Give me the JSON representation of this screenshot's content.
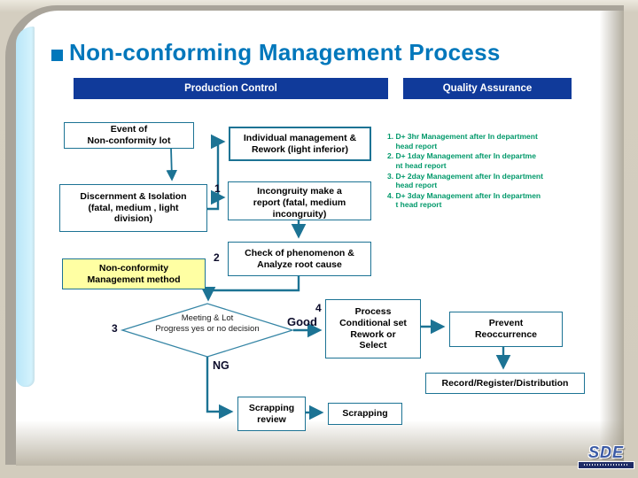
{
  "title": "Non-conforming Management Process",
  "headers": {
    "production_control": "Production Control",
    "quality_assurance": "Quality Assurance"
  },
  "boxes": {
    "event": "Event of\nNon-conformity lot",
    "individual": "Individual management &\nRework (light inferior)",
    "discernment": "Discernment & Isolation\n(fatal, medium , light\ndivision)",
    "incongruity": "Incongruity make a\nreport (fatal, medium\nincongruity)",
    "method": "Non-conformity\nManagement method",
    "check": "Check of phenomenon &\nAnalyze root cause",
    "decision": "Meeting & Lot\nProgress yes or no decision",
    "process": "Process\nConditional set\nRework or\nSelect",
    "prevent": "Prevent\nReoccurrence",
    "record": "Record/Register/Distribution",
    "scrap_review": "Scrapping\nreview",
    "scrapping": "Scrapping"
  },
  "labels": {
    "step1": "1",
    "step2": "2",
    "step3": "3",
    "step4": "4",
    "good": "Good",
    "ng": "NG"
  },
  "notes": [
    "1. D+ 3hr Management after In department\n    head report",
    "2. D+ 1day Management after In departme\n    nt head report",
    "3. D+ 2day Management after In department\n    head report",
    "4. D+ 3day Management after In departmen\n    t head report"
  ],
  "logo": {
    "text": "SDE"
  },
  "colors": {
    "header_navy": "#103a9a",
    "flow_teal": "#1c7394",
    "title_blue": "#0077bb",
    "notes_green": "#00996a",
    "method_yellow": "#ffffa3",
    "capsule_blue": "#c9eefb",
    "background_beige": "#d2ccbd"
  }
}
